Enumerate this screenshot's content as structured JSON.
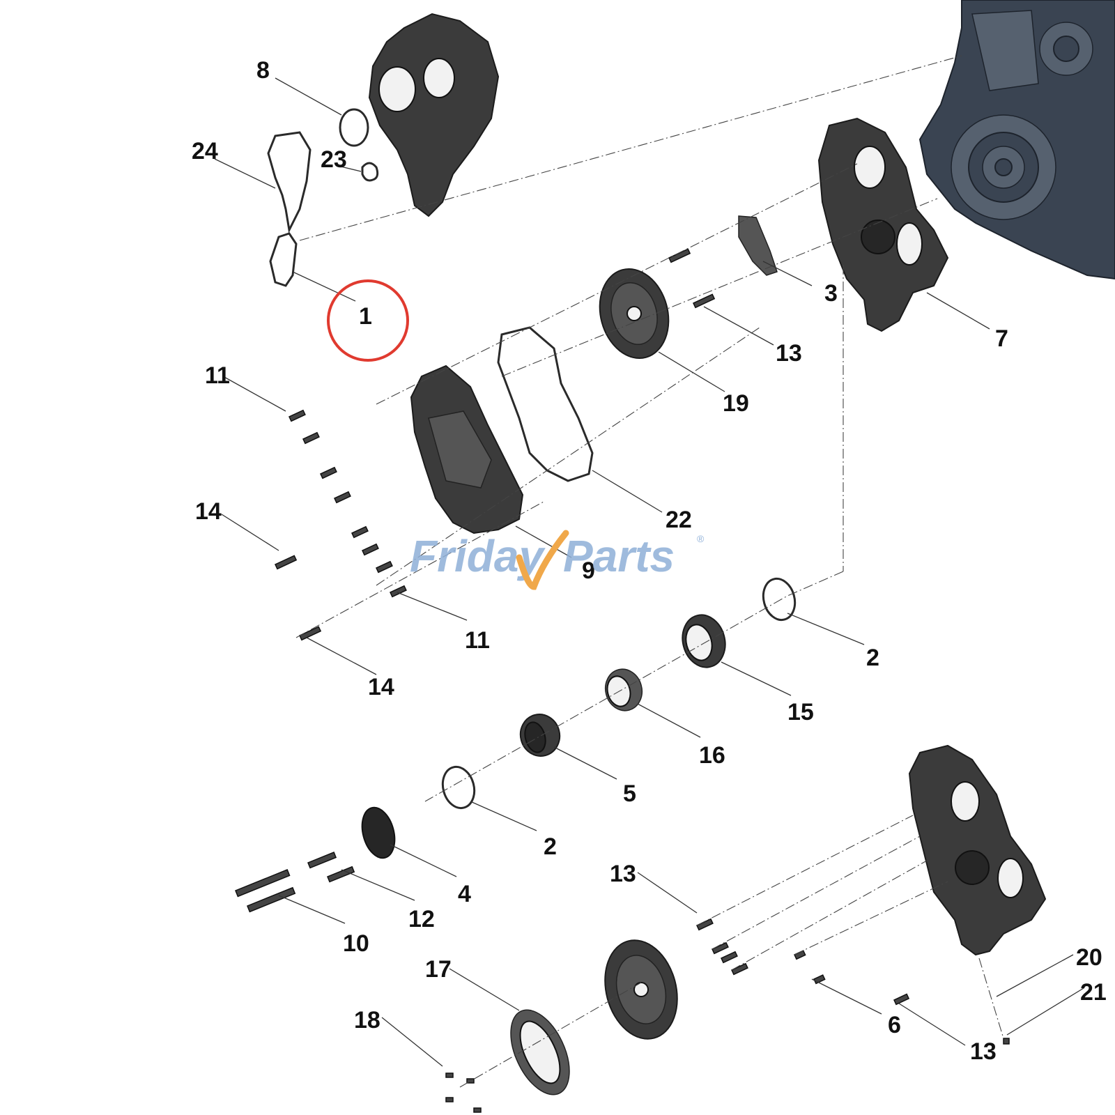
{
  "watermark": {
    "brand_part1": "Friday",
    "brand_part2": "Parts",
    "registered_mark": "®",
    "colors": {
      "text": "#8fb0d8",
      "swoosh": "#f0a84a"
    }
  },
  "highlight": {
    "label": "1",
    "ring_color": "#e03a2f"
  },
  "callouts": [
    {
      "id": "c8",
      "label": "8"
    },
    {
      "id": "c24",
      "label": "24"
    },
    {
      "id": "c23",
      "label": "23"
    },
    {
      "id": "c1",
      "label": "1"
    },
    {
      "id": "c3",
      "label": "3"
    },
    {
      "id": "c7",
      "label": "7"
    },
    {
      "id": "c13a",
      "label": "13"
    },
    {
      "id": "c19",
      "label": "19"
    },
    {
      "id": "c11a",
      "label": "11"
    },
    {
      "id": "c14a",
      "label": "14"
    },
    {
      "id": "c22",
      "label": "22"
    },
    {
      "id": "c9",
      "label": "9"
    },
    {
      "id": "c11b",
      "label": "11"
    },
    {
      "id": "c14b",
      "label": "14"
    },
    {
      "id": "c2a",
      "label": "2"
    },
    {
      "id": "c15",
      "label": "15"
    },
    {
      "id": "c16",
      "label": "16"
    },
    {
      "id": "c5",
      "label": "5"
    },
    {
      "id": "c2b",
      "label": "2"
    },
    {
      "id": "c4",
      "label": "4"
    },
    {
      "id": "c12",
      "label": "12"
    },
    {
      "id": "c10",
      "label": "10"
    },
    {
      "id": "c13b",
      "label": "13"
    },
    {
      "id": "c17",
      "label": "17"
    },
    {
      "id": "c18",
      "label": "18"
    },
    {
      "id": "c6",
      "label": "6"
    },
    {
      "id": "c13c",
      "label": "13"
    },
    {
      "id": "c20",
      "label": "20"
    },
    {
      "id": "c21",
      "label": "21"
    }
  ]
}
